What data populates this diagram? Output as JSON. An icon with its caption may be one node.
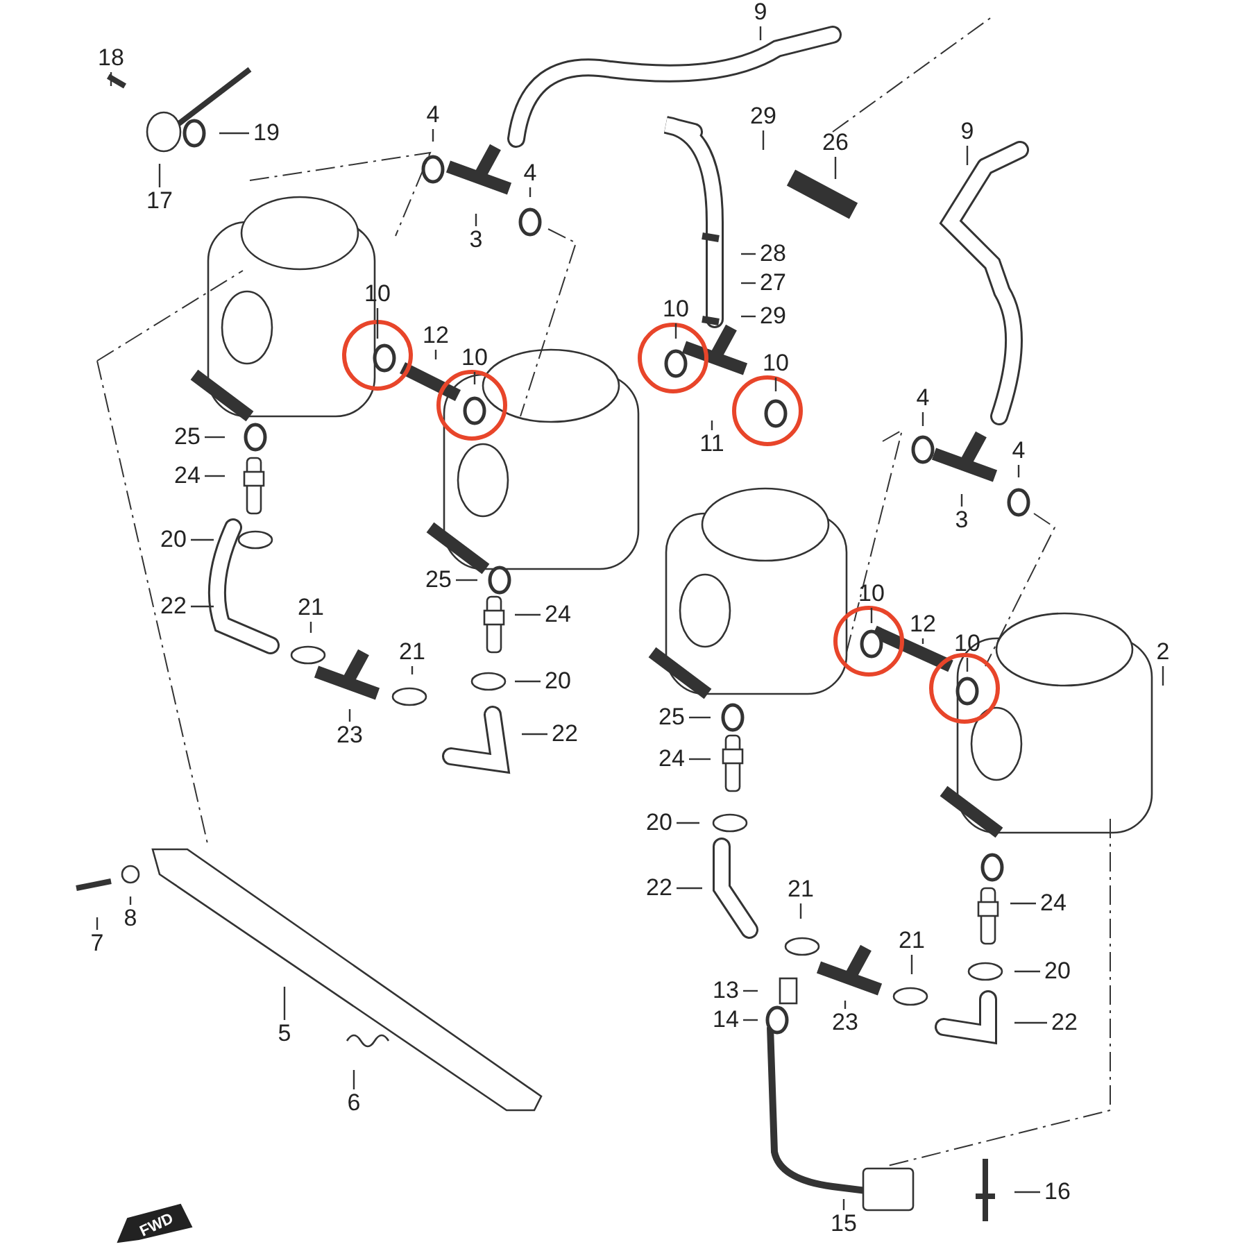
{
  "diagram": {
    "nodes": [
      {
        "text": [
          "9"
        ]
      },
      {
        "text": [
          "18"
        ]
      },
      {
        "text": [
          "19"
        ]
      },
      {
        "text": [
          "17"
        ]
      },
      {
        "text": [
          "4"
        ]
      },
      {
        "text": [
          "4"
        ]
      },
      {
        "text": [
          "3"
        ]
      },
      {
        "text": [
          "29"
        ]
      },
      {
        "text": [
          "26"
        ]
      },
      {
        "text": [
          "9"
        ]
      },
      {
        "text": [
          "28"
        ]
      },
      {
        "text": [
          "27"
        ]
      },
      {
        "text": [
          "29"
        ]
      },
      {
        "text": [
          "10"
        ]
      },
      {
        "text": [
          "12"
        ]
      },
      {
        "text": [
          "10"
        ]
      },
      {
        "text": [
          "10"
        ]
      },
      {
        "text": [
          "10"
        ]
      },
      {
        "text": [
          "11"
        ]
      },
      {
        "text": [
          "4"
        ]
      },
      {
        "text": [
          "4"
        ]
      },
      {
        "text": [
          "3"
        ]
      },
      {
        "text": [
          "25"
        ]
      },
      {
        "text": [
          "24"
        ]
      },
      {
        "text": [
          "20"
        ]
      },
      {
        "text": [
          "22"
        ]
      },
      {
        "text": [
          "25"
        ]
      },
      {
        "text": [
          "24"
        ]
      },
      {
        "text": [
          "21"
        ]
      },
      {
        "text": [
          "21"
        ]
      },
      {
        "text": [
          "10"
        ]
      },
      {
        "text": [
          "12"
        ]
      },
      {
        "text": [
          "10"
        ]
      },
      {
        "text": [
          "2"
        ]
      },
      {
        "text": [
          "20"
        ]
      },
      {
        "text": [
          "23"
        ]
      },
      {
        "text": [
          "22"
        ]
      },
      {
        "text": [
          "25"
        ]
      },
      {
        "text": [
          "24"
        ]
      },
      {
        "text": [
          "20"
        ]
      },
      {
        "text": [
          "22"
        ]
      },
      {
        "text": [
          "21"
        ]
      },
      {
        "text": [
          "24"
        ]
      },
      {
        "text": [
          "21"
        ]
      },
      {
        "text": [
          "20"
        ]
      },
      {
        "text": [
          "13"
        ]
      },
      {
        "text": [
          "23"
        ]
      },
      {
        "text": [
          "14"
        ]
      },
      {
        "text": [
          "22"
        ]
      },
      {
        "text": [
          "7"
        ]
      },
      {
        "text": [
          "8"
        ]
      },
      {
        "text": [
          "5"
        ]
      },
      {
        "text": [
          "6"
        ]
      },
      {
        "text": [
          "16"
        ]
      },
      {
        "text": [
          "15"
        ]
      }
    ],
    "edges": [
      {
        "from": 0,
        "to": null,
        "arrow": "none"
      },
      {
        "from": 1,
        "to": null,
        "arrow": "none"
      },
      {
        "from": 2,
        "to": null,
        "arrow": "none"
      },
      {
        "from": 3,
        "to": null,
        "arrow": "none"
      },
      {
        "from": 4,
        "to": null,
        "arrow": "none"
      },
      {
        "from": 5,
        "to": null,
        "arrow": "none"
      },
      {
        "from": 6,
        "to": null,
        "arrow": "none"
      },
      {
        "from": 7,
        "to": null,
        "arrow": "none"
      },
      {
        "from": 8,
        "to": null,
        "arrow": "none"
      },
      {
        "from": 9,
        "to": null,
        "arrow": "none"
      },
      {
        "from": 10,
        "to": null,
        "arrow": "none"
      },
      {
        "from": 11,
        "to": null,
        "arrow": "none"
      },
      {
        "from": 12,
        "to": null,
        "arrow": "none"
      },
      {
        "from": 13,
        "to": null,
        "arrow": "none"
      },
      {
        "from": 14,
        "to": null,
        "arrow": "none"
      },
      {
        "from": 15,
        "to": null,
        "arrow": "none"
      },
      {
        "from": 16,
        "to": null,
        "arrow": "none"
      },
      {
        "from": 17,
        "to": null,
        "arrow": "none"
      },
      {
        "from": 18,
        "to": null,
        "arrow": "none"
      },
      {
        "from": 19,
        "to": null,
        "arrow": "none"
      },
      {
        "from": 20,
        "to": null,
        "arrow": "none"
      },
      {
        "from": 21,
        "to": null,
        "arrow": "none"
      },
      {
        "from": 22,
        "to": null,
        "arrow": "none"
      },
      {
        "from": 23,
        "to": null,
        "arrow": "none"
      },
      {
        "from": 24,
        "to": null,
        "arrow": "none"
      },
      {
        "from": 25,
        "to": null,
        "arrow": "none"
      },
      {
        "from": 26,
        "to": null,
        "arrow": "none"
      },
      {
        "from": 27,
        "to": null,
        "arrow": "none"
      },
      {
        "from": 28,
        "to": null,
        "arrow": "none"
      },
      {
        "from": 29,
        "to": null,
        "arrow": "none"
      },
      {
        "from": 30,
        "to": null,
        "arrow": "none"
      },
      {
        "from": 31,
        "to": null,
        "arrow": "none"
      },
      {
        "from": 32,
        "to": null,
        "arrow": "none"
      },
      {
        "from": 33,
        "to": null,
        "arrow": "none"
      },
      {
        "from": 34,
        "to": null,
        "arrow": "none"
      },
      {
        "from": 35,
        "to": null,
        "arrow": "none"
      },
      {
        "from": 36,
        "to": null,
        "arrow": "none"
      },
      {
        "from": 37,
        "to": null,
        "arrow": "none"
      },
      {
        "from": 38,
        "to": null,
        "arrow": "none"
      },
      {
        "from": 39,
        "to": null,
        "arrow": "none"
      },
      {
        "from": 40,
        "to": null,
        "arrow": "none"
      },
      {
        "from": 41,
        "to": null,
        "arrow": "none"
      },
      {
        "from": 42,
        "to": null,
        "arrow": "none"
      },
      {
        "from": 43,
        "to": null,
        "arrow": "none"
      },
      {
        "from": 44,
        "to": null,
        "arrow": "none"
      },
      {
        "from": 45,
        "to": null,
        "arrow": "none"
      },
      {
        "from": 46,
        "to": null,
        "arrow": "none"
      },
      {
        "from": 47,
        "to": null,
        "arrow": "none"
      },
      {
        "from": 48,
        "to": null,
        "arrow": "none"
      },
      {
        "from": 49,
        "to": null,
        "arrow": "none"
      },
      {
        "from": 50,
        "to": null,
        "arrow": "none"
      },
      {
        "from": 51,
        "to": null,
        "arrow": "none"
      },
      {
        "from": 52,
        "to": null,
        "arrow": "none"
      },
      {
        "from": 53,
        "to": null,
        "arrow": "none"
      },
      {
        "from": 54,
        "to": null,
        "arrow": "none"
      }
    ],
    "labels": [
      "FWD"
    ]
  }
}
